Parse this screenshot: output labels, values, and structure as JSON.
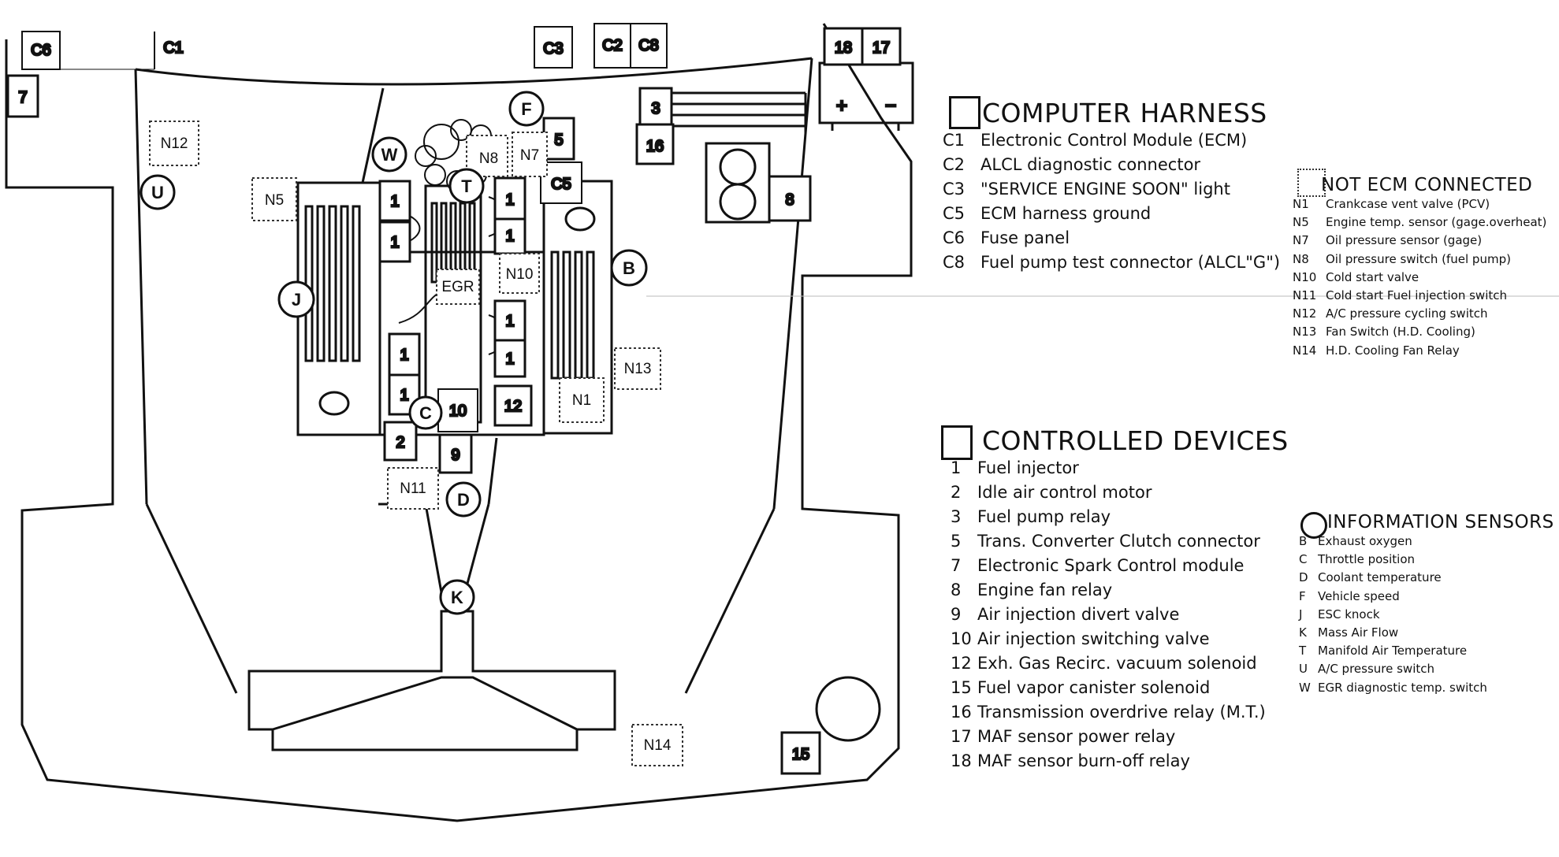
{
  "diagram": {
    "engine_labels": {
      "c6": "C6",
      "c1": "C1",
      "c3": "C3",
      "c2": "C2",
      "c8": "C8",
      "c5": "C5",
      "r7": "7",
      "r18": "18",
      "r17": "17",
      "plus": "+",
      "minus": "−",
      "r3": "3",
      "r16": "16",
      "r5": "5",
      "r8": "8",
      "n12": "N12",
      "n5": "N5",
      "n8": "N8",
      "n7": "N7",
      "n10": "N10",
      "n13": "N13",
      "n1": "N1",
      "n11": "N11",
      "n14": "N14",
      "f": "F",
      "w": "W",
      "t": "T",
      "u": "U",
      "j": "J",
      "b": "B",
      "c": "C",
      "d": "D",
      "k": "K",
      "egr": "EGR",
      "inj1a": "1",
      "inj1b": "1",
      "inj1c": "1",
      "inj1d": "1",
      "inj1e": "1",
      "inj1f": "1",
      "inj1g": "1",
      "inj1h": "1",
      "r10": "10",
      "r12": "12",
      "r2": "2",
      "r9": "9",
      "r15": "15"
    }
  },
  "legend": {
    "harness": {
      "title": "COMPUTER HARNESS",
      "items": [
        {
          "code": "C1",
          "label": "Electronic Control Module (ECM)"
        },
        {
          "code": "C2",
          "label": "ALCL diagnostic connector"
        },
        {
          "code": "C3",
          "label": "\"SERVICE ENGINE SOON\" light"
        },
        {
          "code": "C5",
          "label": "ECM harness ground"
        },
        {
          "code": "C6",
          "label": "Fuse panel"
        },
        {
          "code": "C8",
          "label": "Fuel pump test connector (ALCL\"G\")"
        }
      ]
    },
    "not_ecm": {
      "title": "NOT ECM CONNECTED",
      "items": [
        {
          "code": "N1",
          "label": "Crankcase vent valve (PCV)"
        },
        {
          "code": "N5",
          "label": "Engine temp. sensor (gage.overheat)"
        },
        {
          "code": "N7",
          "label": "Oil pressure sensor (gage)"
        },
        {
          "code": "N8",
          "label": "Oil pressure switch (fuel pump)"
        },
        {
          "code": "N10",
          "label": "Cold start valve"
        },
        {
          "code": "N11",
          "label": "Cold start Fuel injection switch"
        },
        {
          "code": "N12",
          "label": "A/C pressure cycling switch"
        },
        {
          "code": "N13",
          "label": "Fan Switch (H.D. Cooling)"
        },
        {
          "code": "N14",
          "label": "H.D. Cooling Fan Relay"
        }
      ]
    },
    "devices": {
      "title": "CONTROLLED DEVICES",
      "items": [
        {
          "code": "1",
          "label": "Fuel injector"
        },
        {
          "code": "2",
          "label": "Idle air control motor"
        },
        {
          "code": "3",
          "label": "Fuel pump relay"
        },
        {
          "code": "5",
          "label": "Trans. Converter Clutch connector"
        },
        {
          "code": "7",
          "label": "Electronic Spark Control module"
        },
        {
          "code": "8",
          "label": "Engine fan relay"
        },
        {
          "code": "9",
          "label": "Air injection divert valve"
        },
        {
          "code": "10",
          "label": "Air injection switching valve"
        },
        {
          "code": "12",
          "label": "Exh. Gas Recirc. vacuum solenoid"
        },
        {
          "code": "15",
          "label": "Fuel vapor canister solenoid"
        },
        {
          "code": "16",
          "label": "Transmission overdrive relay (M.T.)"
        },
        {
          "code": "17",
          "label": "MAF sensor power relay"
        },
        {
          "code": "18",
          "label": "MAF sensor burn-off relay"
        }
      ]
    },
    "sensors": {
      "title": "INFORMATION SENSORS",
      "items": [
        {
          "code": "B",
          "label": "Exhaust oxygen"
        },
        {
          "code": "C",
          "label": "Throttle position"
        },
        {
          "code": "D",
          "label": "Coolant temperature"
        },
        {
          "code": "F",
          "label": "Vehicle speed"
        },
        {
          "code": "J",
          "label": "ESC knock"
        },
        {
          "code": "K",
          "label": "Mass Air Flow"
        },
        {
          "code": "T",
          "label": "Manifold Air Temperature"
        },
        {
          "code": "U",
          "label": "A/C pressure switch"
        },
        {
          "code": "W",
          "label": "EGR diagnostic temp. switch"
        }
      ]
    }
  }
}
